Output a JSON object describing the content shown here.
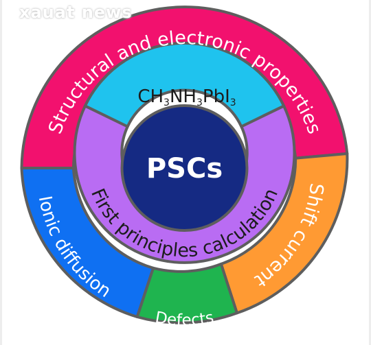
{
  "watermark": "xauat news",
  "diagram": {
    "center": {
      "label": "PSCs",
      "color": "#152a83"
    },
    "middle_ring": {
      "top_segment": {
        "label_parts": [
          "CH",
          "3",
          "NH",
          "3",
          "PbI",
          "3"
        ],
        "color": "#1fc3ee"
      },
      "main_segment": {
        "label": "First principles calculation",
        "color": "#b96cf3"
      }
    },
    "outer_ring": [
      {
        "label": "Structural and electronic properties",
        "color": "#f2116e"
      },
      {
        "label": "Shift current",
        "color": "#ff9a33"
      },
      {
        "label": "Defects",
        "color": "#1fb44f"
      },
      {
        "label": "Ionic diffusion",
        "color": "#0f70f2"
      }
    ],
    "border_color": "#5e5e5e",
    "text_color": "#ffffff",
    "dark_text_color": "#1c1c1c"
  }
}
